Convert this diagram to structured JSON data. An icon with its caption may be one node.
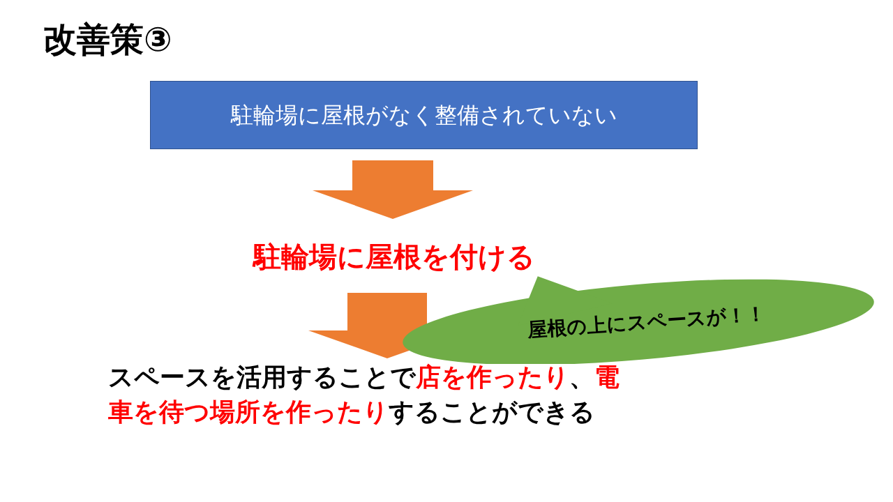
{
  "diagram": {
    "title": "改善策③",
    "nodes": [
      {
        "text": [
          "駐輪場に屋根がなく整備されていない"
        ]
      },
      {
        "text": [
          "駐輪場に屋根を付ける"
        ]
      },
      {
        "text": [
          "スペースを活用することで**店を作ったり**、**電車を待つ場所を作ったり**することができる"
        ]
      },
      {
        "text": [
          "屋根の上にスペースが！！"
        ]
      }
    ],
    "edges": [
      {
        "from": 0,
        "to": 1,
        "arrow": "to",
        "color": "#ed7d31",
        "style": "thick"
      },
      {
        "from": 1,
        "to": 2,
        "arrow": "to",
        "color": "#ed7d31",
        "style": "thick"
      }
    ]
  }
}
